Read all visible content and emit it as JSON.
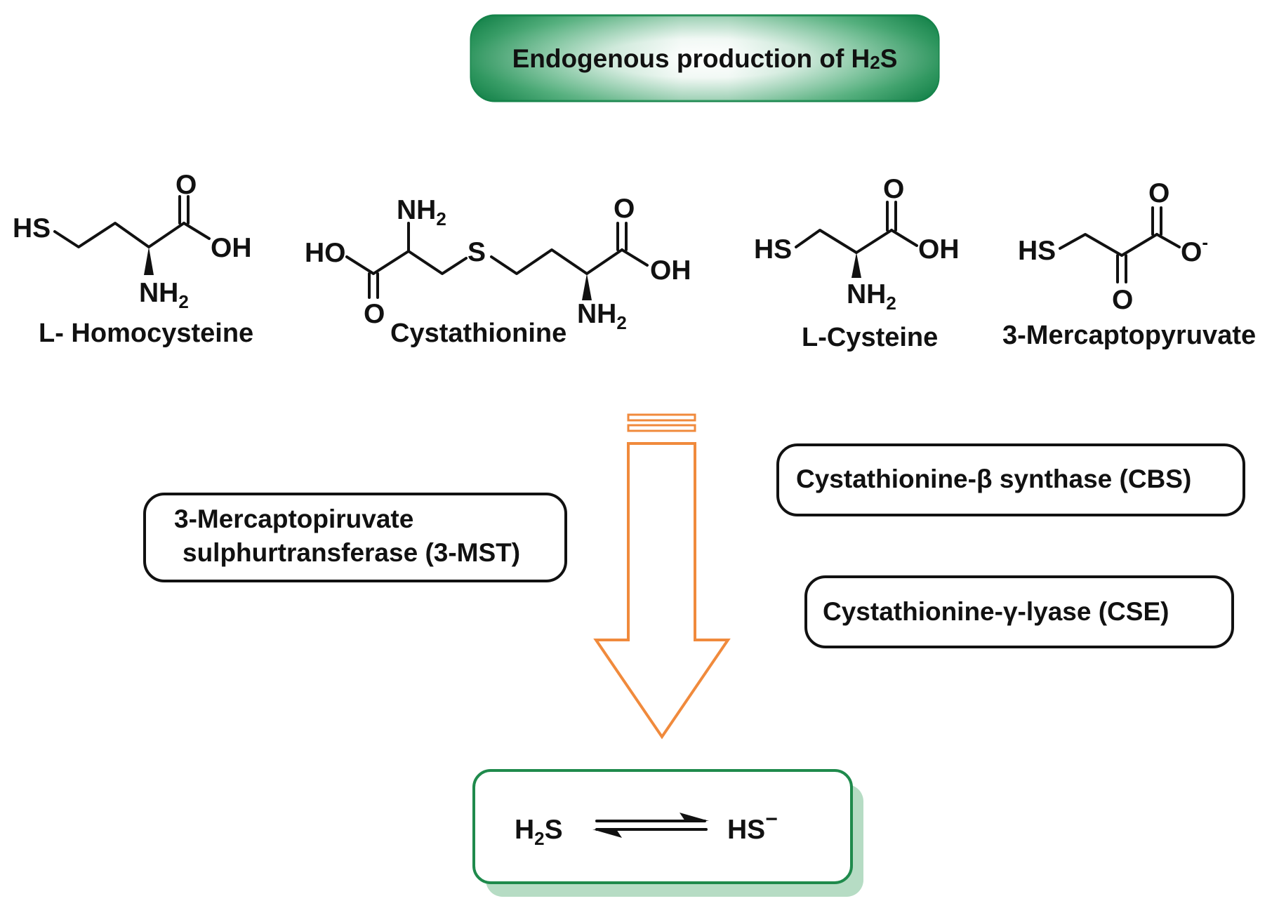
{
  "title": {
    "text": "Endogenous production of H",
    "sub": "2",
    "tail": "S",
    "gradient_dark": "#15834a",
    "gradient_light": "#ffffff"
  },
  "molecules": [
    {
      "name": "L- Homocysteine",
      "atoms": {
        "sh": "HS",
        "o": "O",
        "oh": "OH",
        "nh": "NH",
        "nh_sub": "2"
      }
    },
    {
      "name": "Cystathionine",
      "atoms": {
        "nh_top": "NH",
        "nh_top_sub": "2",
        "ho": "HO",
        "o_left": "O",
        "s": "S",
        "o_right": "O",
        "oh": "OH",
        "nh_bottom": "NH",
        "nh_bottom_sub": "2"
      }
    },
    {
      "name": "L-Cysteine",
      "atoms": {
        "sh": "HS",
        "o": "O",
        "oh": "OH",
        "nh": "NH",
        "nh_sub": "2"
      }
    },
    {
      "name": "3-Mercaptopyruvate",
      "atoms": {
        "sh": "HS",
        "o_top": "O",
        "o_minus": "O",
        "o_minus_charge": "-",
        "o_bottom": "O"
      }
    }
  ],
  "arrow_color": "#f08a3c",
  "enzymes": {
    "mst_line1": "3-Mercaptopiruvate",
    "mst_line2": "sulphurtransferase (3-MST)",
    "cbs": "Cystathionine-β synthase (CBS)",
    "cse": "Cystathionine-γ-lyase (CSE)"
  },
  "equilibrium": {
    "left": "H",
    "left_sub": "2",
    "left_tail": "S",
    "right": "HS",
    "right_charge": "−",
    "border_color": "#1f8a4c",
    "shadow_color": "#b6dcc4"
  }
}
